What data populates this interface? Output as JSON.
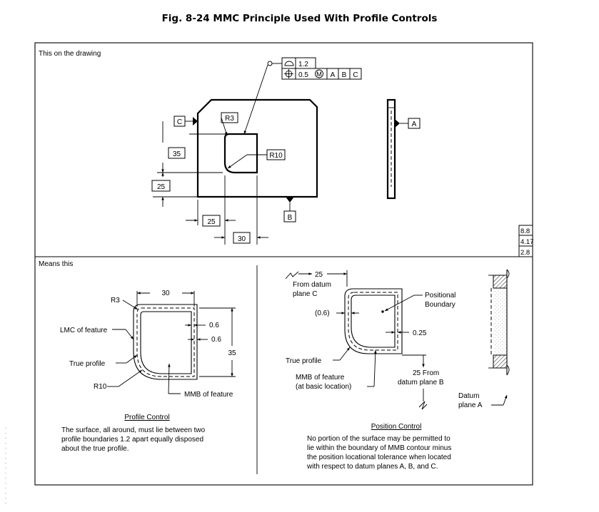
{
  "figure_title": "Fig. 8-24    MMC Principle Used With Profile Controls",
  "top_panel": {
    "heading": "This on the drawing",
    "fcf_profile_value": "1.2",
    "fcf_position_value": "0.5",
    "fcf_modifier": "M",
    "datum_refs": [
      "A",
      "B",
      "C"
    ],
    "datum_labels": {
      "a": "A",
      "b": "B",
      "c": "C"
    },
    "radius_small": "R3",
    "radius_large": "R10",
    "dims": {
      "d35": "35",
      "d25_vertical": "25",
      "d25_horizontal": "25",
      "d30": "30"
    },
    "ref_numbers": [
      "8.8",
      "4.17",
      "2.8"
    ]
  },
  "left_panel": {
    "heading": "Means this",
    "label_r3": "R3",
    "label_30": "30",
    "label_lmc": "LMC of feature",
    "label_true_profile": "True profile",
    "label_r10": "R10",
    "label_mmb": "MMB of feature",
    "label_06a": "0.6",
    "label_06b": "0.6",
    "label_35": "35",
    "caption_title": "Profile Control",
    "caption_lines": [
      "The surface, all around, must lie between two",
      "profile boundaries 1.2 apart equally disposed",
      "about the true profile."
    ]
  },
  "right_panel": {
    "label_25_top": "25",
    "label_from_datum_c_1": "From datum",
    "label_from_datum_c_2": "plane C",
    "label_positional_1": "Positional",
    "label_positional_2": "Boundary",
    "label_06": "(0.6)",
    "label_025": "0.25",
    "label_true_profile": "True profile",
    "label_mmb_1": "MMB of feature",
    "label_mmb_2": "(at basic location)",
    "label_25_from_1": "25  From",
    "label_25_from_2": "datum  plane B",
    "label_datum_a_1": "Datum",
    "label_datum_a_2": "plane A",
    "caption_title": "Position Control",
    "caption_lines": [
      "No portion of the surface may be permitted to",
      "lie within the boundary of MMB contour minus",
      "the position locational tolerance when located",
      "with respect to datum planes A, B, and C."
    ]
  }
}
